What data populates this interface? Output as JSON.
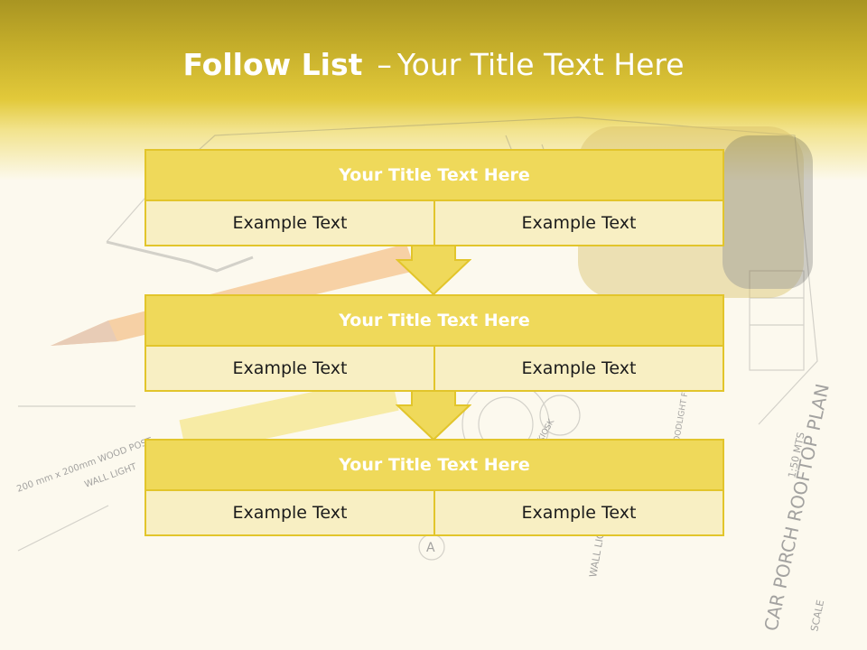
{
  "slide": {
    "title_bold": "Follow List",
    "title_dash": "–",
    "title_rest": "Your Title Text Here"
  },
  "background": {
    "blueprint_labels": [
      "CAR PORCH ROOFTOP PLAN",
      "SCALE",
      "1:50 MTS",
      "WALL LIGHT",
      "FLOODLIGHT FOR KIOSK BELOW",
      "KIOSK",
      "200 mm x 200mm WOOD POST",
      "WALL LIGHT",
      "A"
    ]
  },
  "steps": [
    {
      "title": "Your Title Text Here",
      "left": "Example Text",
      "right": "Example Text"
    },
    {
      "title": "Your Title Text Here",
      "left": "Example Text",
      "right": "Example Text"
    },
    {
      "title": "Your Title Text Here",
      "left": "Example Text",
      "right": "Example Text"
    }
  ],
  "colors": {
    "header": "#e2c93a",
    "box_title": "#efd95a",
    "box_cell": "#f8efc3",
    "border": "#e2c52b",
    "arrow": "#efd95a"
  }
}
